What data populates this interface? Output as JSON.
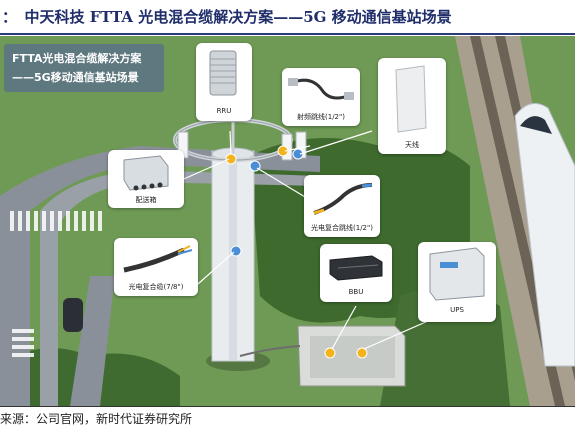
{
  "header": {
    "title": "：　中天科技 FTTA 光电混合缆解决方案——5G 移动通信基站场景"
  },
  "title_card": {
    "line1": "FTTA光电混合缆解决方案",
    "line2": "——5G移动通信基站场景"
  },
  "components": {
    "rru": "RRU",
    "jumper": "射频跳线(1/2\")",
    "antenna": "天线",
    "distribution_box": "配送箱",
    "hybrid_jumper": "光电复合跳线(1/2\")",
    "hybrid_cable": "光电复合缆(7/8\")",
    "bbu": "BBU",
    "ups": "UPS"
  },
  "source": "来源：公司官网，新时代证券研究所",
  "colors": {
    "header_text": "#1f2d6a",
    "grass": "#5d8a45",
    "road": "#8a9099",
    "tower": "#e8ecef",
    "connector_yellow": "#f2b31c",
    "connector_blue": "#4a8ed6"
  }
}
